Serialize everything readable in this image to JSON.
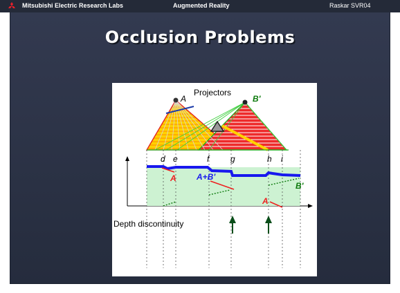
{
  "header": {
    "lab": "Mitsubishi Electric Research Labs",
    "topic": "Augmented Reality",
    "author": "Raskar SVR04"
  },
  "slide": {
    "title": "Occlusion Problems"
  },
  "diagram": {
    "projectors_label": "Projectors",
    "projector_a": "A",
    "projector_b": "B'",
    "points": [
      "d",
      "e",
      "f",
      "g",
      "h",
      "i"
    ],
    "curve_a": "A",
    "curve_ab": "A+B'",
    "curve_b": "B'",
    "curve_a2": "A",
    "depth_label": "Depth discontinuity",
    "colors": {
      "blue": "#1818ee",
      "red": "#ee2020",
      "green": "#0c7a0c",
      "yellow": "#ffd200",
      "fill": "#cdf2d2"
    }
  }
}
